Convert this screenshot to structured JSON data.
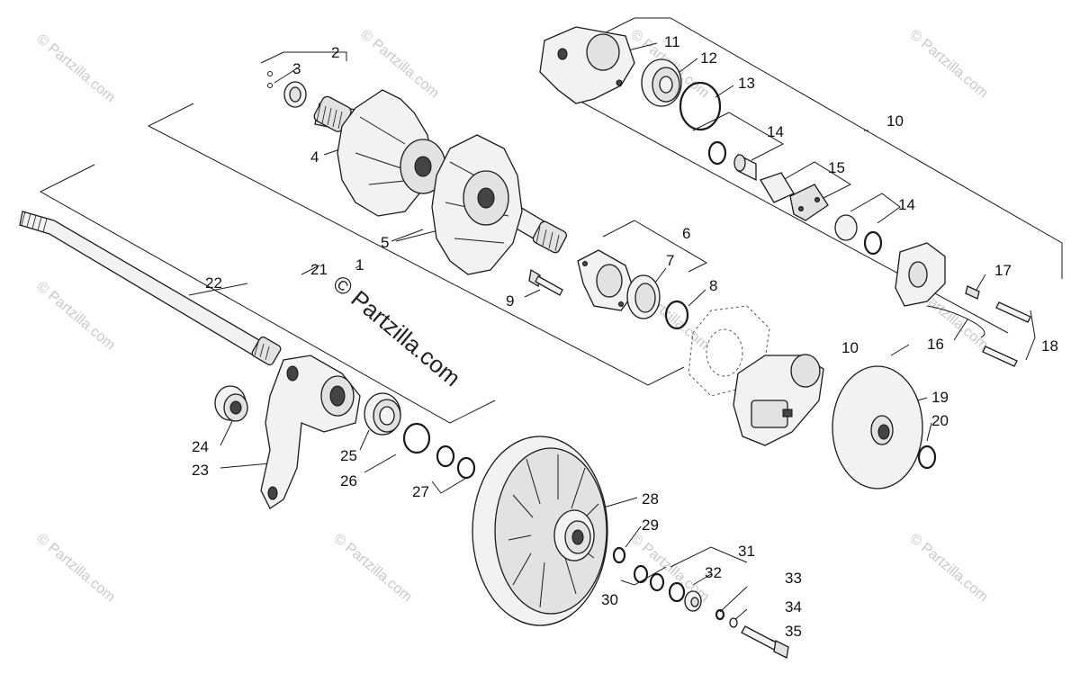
{
  "watermarks": {
    "brand": "© Partzilla.com",
    "center": "© Partzilla.com"
  },
  "callouts": [
    {
      "id": "c1",
      "label": "1"
    },
    {
      "id": "c2",
      "label": "2"
    },
    {
      "id": "c3",
      "label": "3"
    },
    {
      "id": "c4",
      "label": "4"
    },
    {
      "id": "c5",
      "label": "5"
    },
    {
      "id": "c6",
      "label": "6"
    },
    {
      "id": "c7",
      "label": "7"
    },
    {
      "id": "c8",
      "label": "8"
    },
    {
      "id": "c9",
      "label": "9"
    },
    {
      "id": "c10a",
      "label": "10"
    },
    {
      "id": "c10b",
      "label": "10"
    },
    {
      "id": "c11",
      "label": "11"
    },
    {
      "id": "c12",
      "label": "12"
    },
    {
      "id": "c13",
      "label": "13"
    },
    {
      "id": "c14a",
      "label": "14"
    },
    {
      "id": "c14b",
      "label": "14"
    },
    {
      "id": "c15",
      "label": "15"
    },
    {
      "id": "c16",
      "label": "16"
    },
    {
      "id": "c17",
      "label": "17"
    },
    {
      "id": "c18",
      "label": "18"
    },
    {
      "id": "c19",
      "label": "19"
    },
    {
      "id": "c20",
      "label": "20"
    },
    {
      "id": "c21",
      "label": "21"
    },
    {
      "id": "c22",
      "label": "22"
    },
    {
      "id": "c23",
      "label": "23"
    },
    {
      "id": "c24",
      "label": "24"
    },
    {
      "id": "c25",
      "label": "25"
    },
    {
      "id": "c26",
      "label": "26"
    },
    {
      "id": "c27",
      "label": "27"
    },
    {
      "id": "c28",
      "label": "28"
    },
    {
      "id": "c29",
      "label": "29"
    },
    {
      "id": "c30",
      "label": "30"
    },
    {
      "id": "c31",
      "label": "31"
    },
    {
      "id": "c32",
      "label": "32"
    },
    {
      "id": "c33",
      "label": "33"
    },
    {
      "id": "c34",
      "label": "34"
    },
    {
      "id": "c35",
      "label": "35"
    }
  ]
}
